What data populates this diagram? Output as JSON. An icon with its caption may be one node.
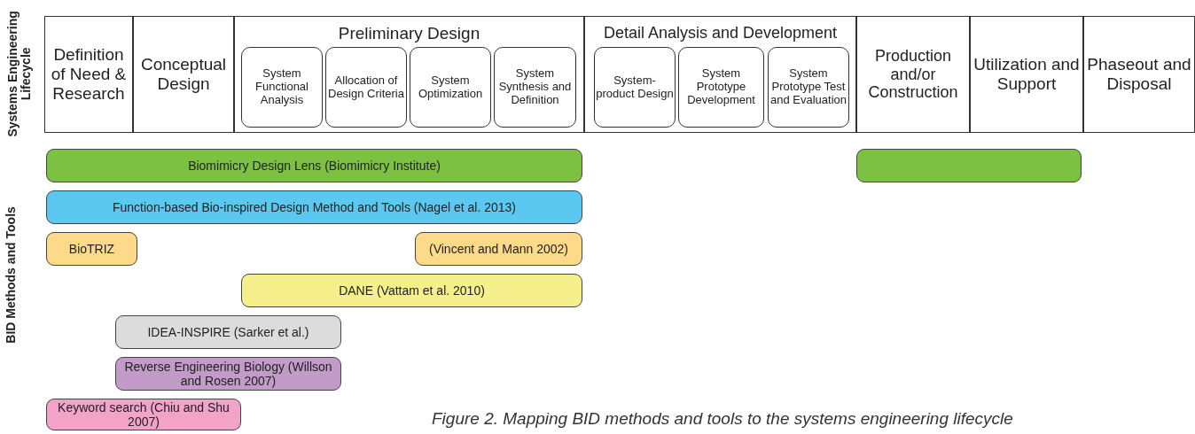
{
  "diagram": {
    "caption": "Figure 2. Mapping BID methods and tools to the systems engineering lifecycle",
    "nodes": [
      {
        "text": [
          "Definition of Need & Research"
        ]
      },
      {
        "text": [
          "Conceptual Design"
        ]
      },
      {
        "text": [
          "Preliminary Design"
        ]
      },
      {
        "text": [
          "System Functional Analysis"
        ],
        "in": 2
      },
      {
        "text": [
          "Allocation of Design Criteria"
        ],
        "in": 2
      },
      {
        "text": [
          "System Optimization"
        ],
        "in": 2
      },
      {
        "text": [
          "System Synthesis and Definition"
        ],
        "in": 2
      },
      {
        "text": [
          "Detail Analysis and Development"
        ]
      },
      {
        "text": [
          "System-product Design"
        ],
        "in": 7
      },
      {
        "text": [
          "System Prototype Development"
        ],
        "in": 7
      },
      {
        "text": [
          "System Prototype Test and Evaluation"
        ],
        "in": 7
      },
      {
        "text": [
          "Production and/or Construction"
        ]
      },
      {
        "text": [
          "Utilization and Support"
        ]
      },
      {
        "text": [
          "Phaseout and Disposal"
        ]
      },
      {
        "text": [
          "Biomimicry Design Lens (Biomimicry Institute)"
        ]
      },
      {
        "text": [],
        "shape": "bar"
      },
      {
        "text": [
          "Function-based Bio-inspired Design Method and Tools (Nagel et al. 2013)"
        ]
      },
      {
        "text": [
          "BioTRIZ"
        ]
      },
      {
        "text": [
          "(Vincent and Mann 2002)"
        ]
      },
      {
        "text": [
          "DANE (Vattam et al. 2010)"
        ]
      },
      {
        "text": [
          "IDEA-INSPIRE (Sarker et al.)"
        ]
      },
      {
        "text": [
          "Reverse Engineering Biology (Willson and Rosen 2007)"
        ]
      },
      {
        "text": [
          "Keyword search (Chiu and Shu 2007)"
        ]
      }
    ],
    "edges": [],
    "labels": [
      "Systems Engineering Lifecycle",
      "BID Methods and Tools"
    ]
  }
}
